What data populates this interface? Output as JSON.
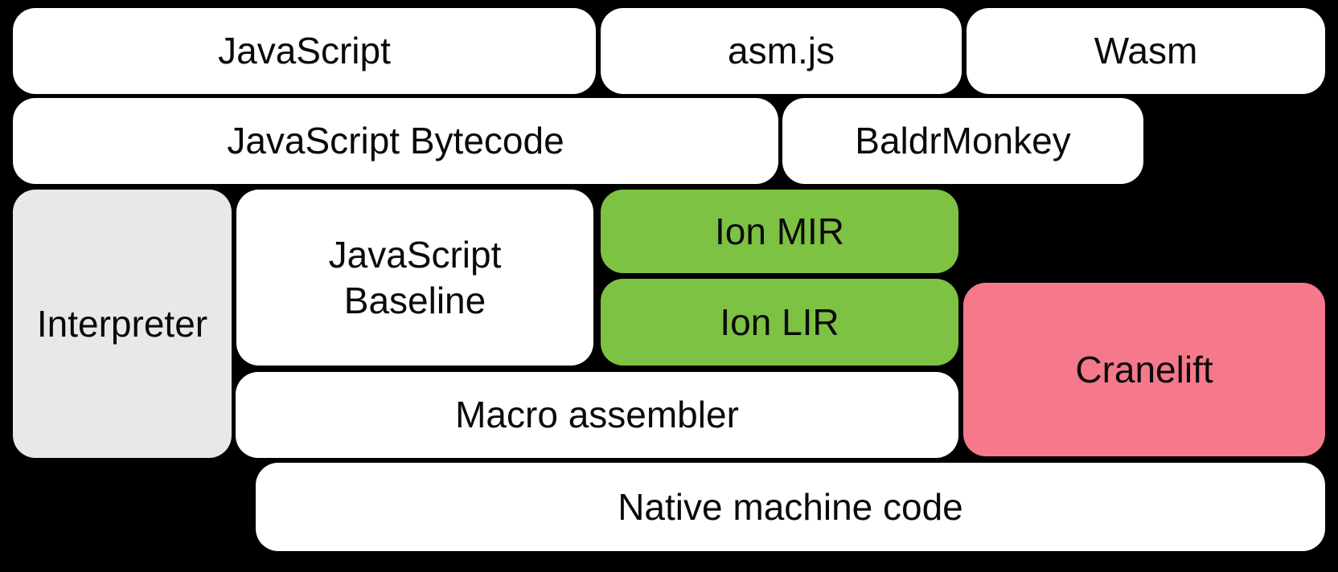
{
  "diagram": {
    "background": "#000000",
    "text_color": "#0a0a0a",
    "colors": {
      "default_box": "#ffffff",
      "interpreter_box": "#e8e8e8",
      "ion_green": "#7dc243",
      "cranelift_pink": "#f5798b"
    },
    "nodes": {
      "javascript": {
        "label": "JavaScript"
      },
      "asmjs": {
        "label": "asm.js"
      },
      "wasm": {
        "label": "Wasm"
      },
      "bytecode": {
        "label": "JavaScript Bytecode"
      },
      "baldrmonkey": {
        "label": "BaldrMonkey"
      },
      "interpreter": {
        "label": "Interpreter"
      },
      "baseline": {
        "label": "JavaScript Baseline"
      },
      "ion_mir": {
        "label": "Ion MIR"
      },
      "ion_lir": {
        "label": "Ion LIR"
      },
      "cranelift": {
        "label": "Cranelift"
      },
      "macro_assembler": {
        "label": "Macro assembler"
      },
      "native_machine_code": {
        "label": "Native machine code"
      }
    }
  }
}
